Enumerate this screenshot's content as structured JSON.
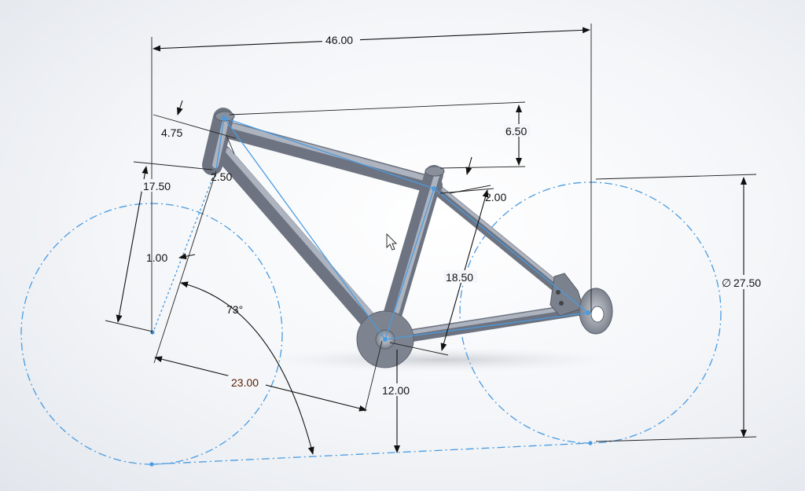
{
  "drawing": {
    "dimensions": {
      "overall_length": "46.00",
      "head_tube_top": "4.75",
      "seat_drop": "6.50",
      "head_tube_length": "2.50",
      "seat_offset": "2.00",
      "fork_length": "17.50",
      "fork_offset": "1.00",
      "head_angle": "73°",
      "seat_tube": "18.50",
      "down_tube": "23.00",
      "bb_height": "12.00",
      "wheel_diameter": "27.50"
    },
    "diameter_symbol": "∅",
    "colors": {
      "sketch": "#4a9be0",
      "frame": "#7b818d",
      "dimension": "#111111",
      "dimension_highlight": "#5a1d00"
    },
    "icons": [
      "mouse-pointer-icon"
    ]
  }
}
